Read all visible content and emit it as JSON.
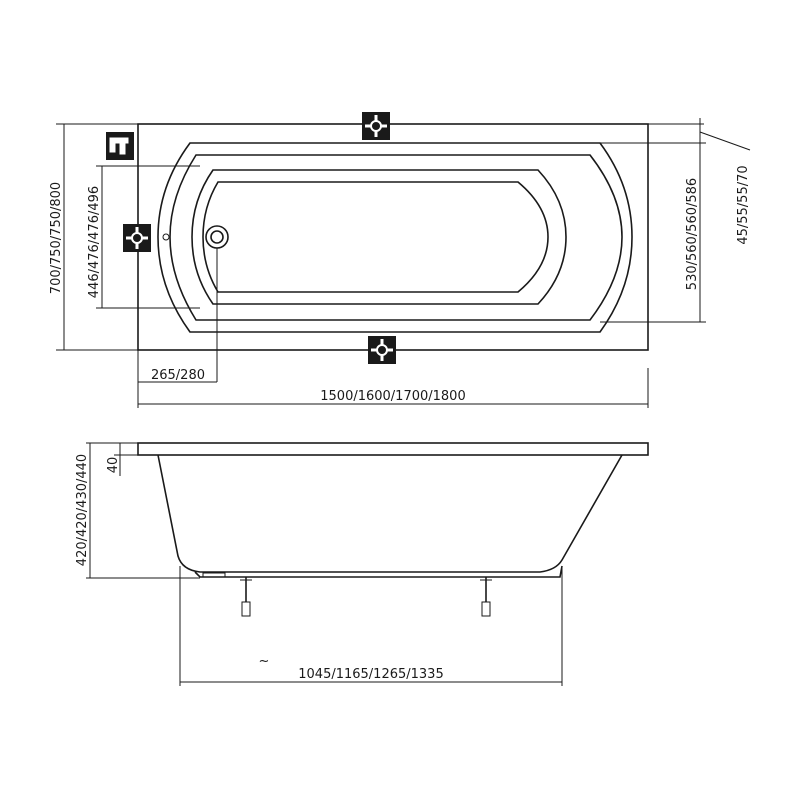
{
  "top_view": {
    "dims": {
      "overall_length": "1500/1600/1700/1800",
      "overall_width": "700/750/750/800",
      "inner_width": "446/476/476/496",
      "outer_inner_width": "530/560/560/586",
      "rim": "45/55/55/70",
      "drain_offset": "265/280"
    },
    "symbols": [
      "faucet-icon",
      "valve-icon",
      "valve-icon",
      "valve-icon"
    ]
  },
  "side_view": {
    "dims": {
      "total_height": "420/420/430/440",
      "rim_thickness": "40",
      "base_length": "1045/1165/1265/1335",
      "approx": "~"
    }
  }
}
